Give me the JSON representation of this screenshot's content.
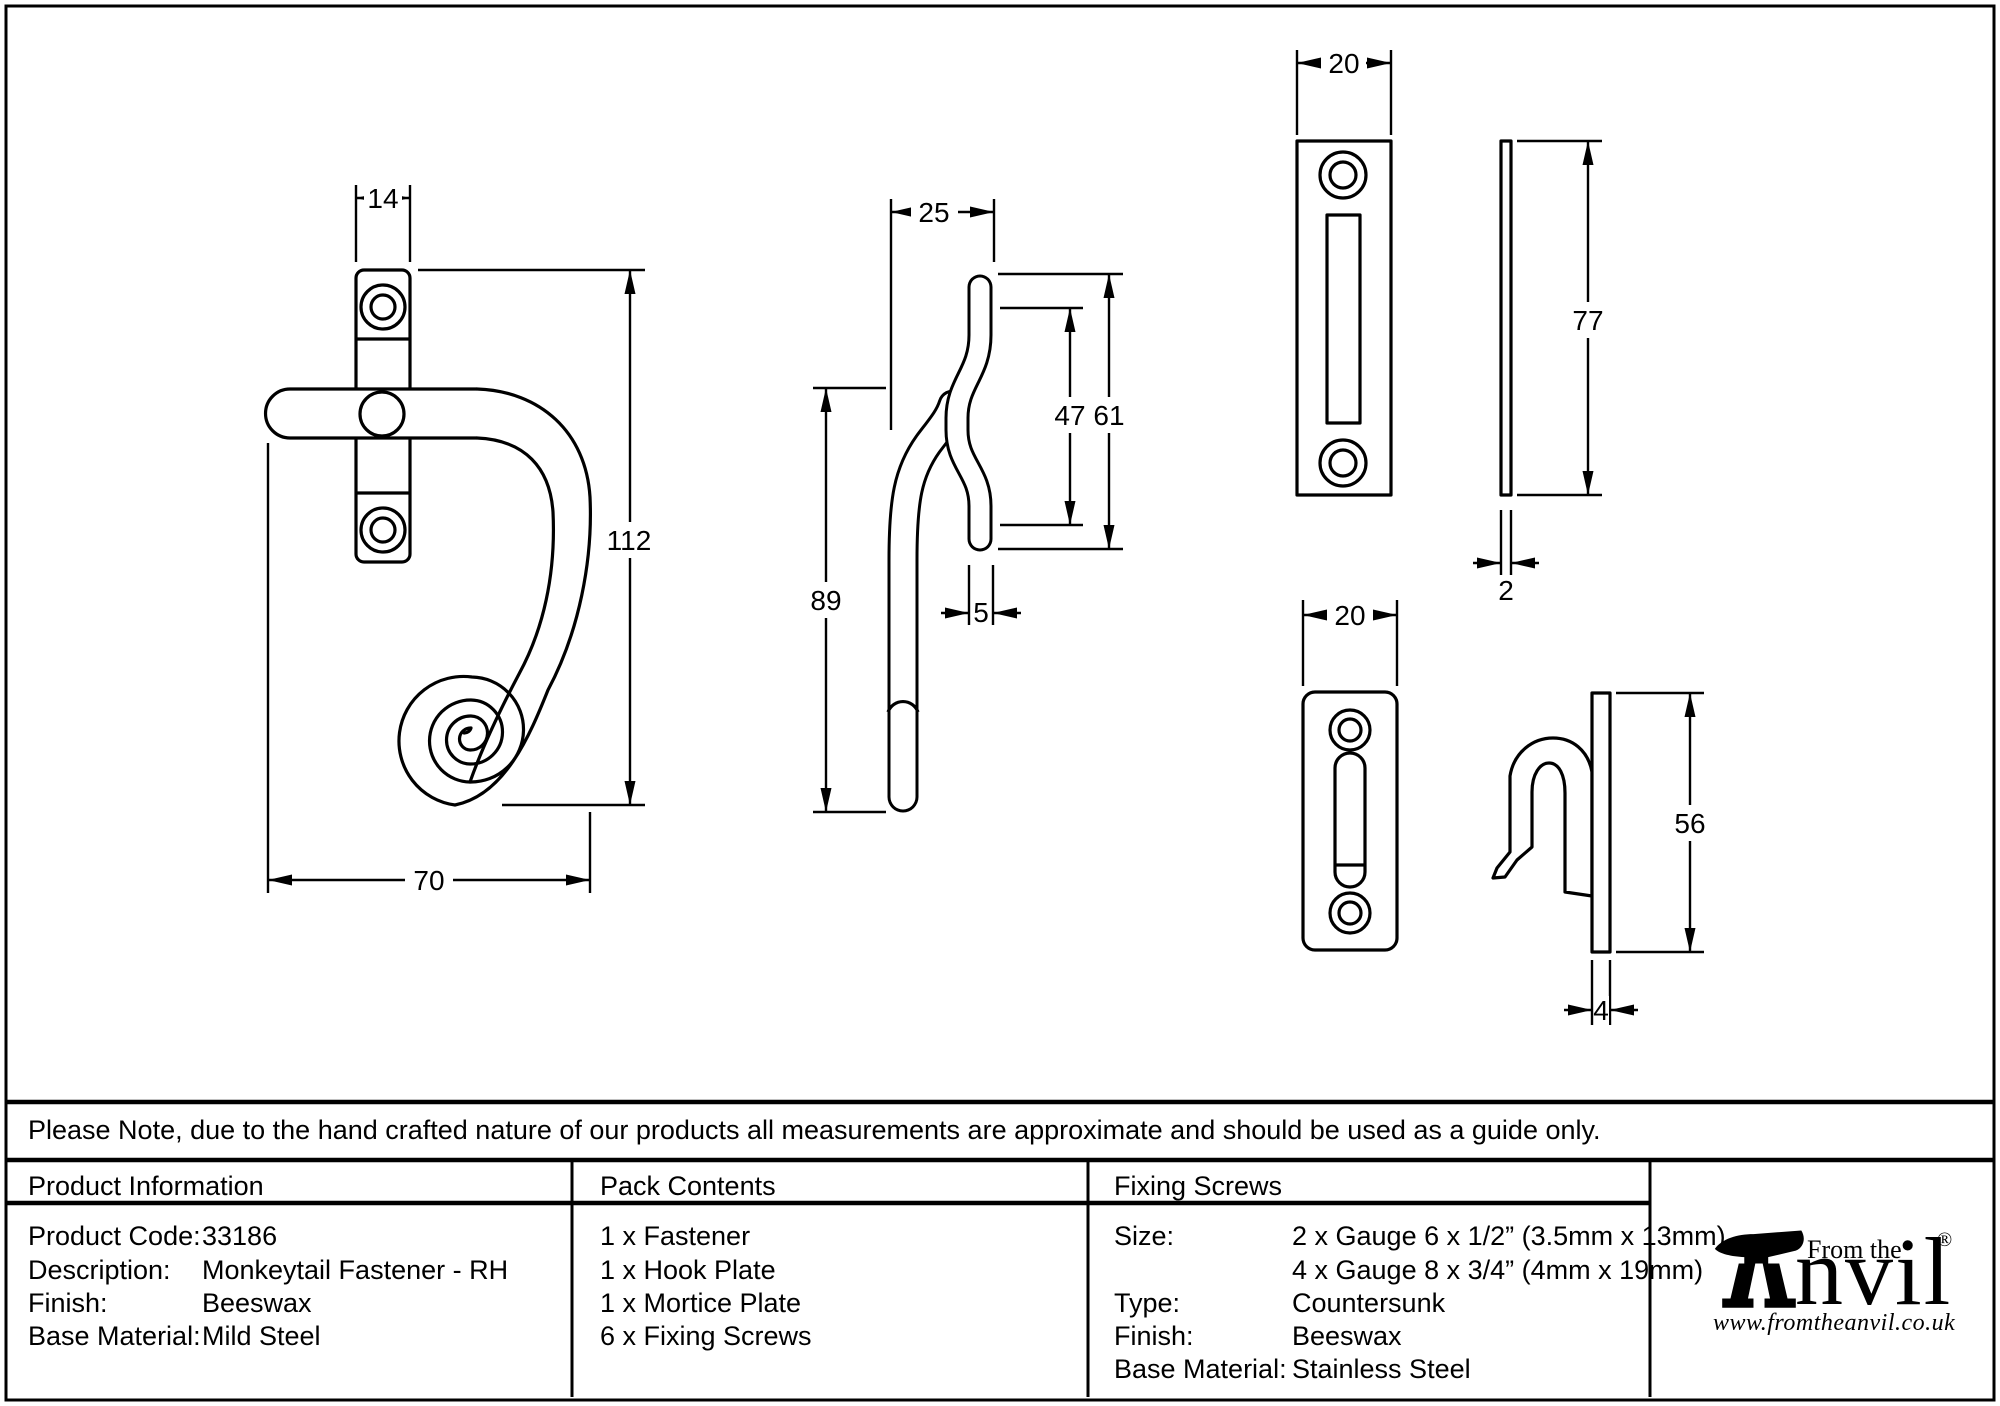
{
  "sheet": {
    "note": "Please Note, due to the hand crafted nature of our products all measurements are approximate and should be used as a guide only."
  },
  "dims": {
    "fastener_front": {
      "plate_width": "14",
      "overall_height": "112",
      "overall_width": "70"
    },
    "fastener_side": {
      "depth": "25",
      "catch_height": "47",
      "nose_height": "61",
      "handle_length": "89",
      "nose_thickness": "5"
    },
    "mortice_plate": {
      "width": "20",
      "height": "77",
      "thickness": "2"
    },
    "hook_plate": {
      "width": "20",
      "height": "56",
      "thickness": "4"
    }
  },
  "product_information": {
    "title": "Product Information",
    "rows": [
      {
        "label": "Product Code:",
        "value": "33186"
      },
      {
        "label": "Description:",
        "value": "Monkeytail Fastener - RH"
      },
      {
        "label": "Finish:",
        "value": "Beeswax"
      },
      {
        "label": "Base Material:",
        "value": "Mild Steel"
      }
    ]
  },
  "pack_contents": {
    "title": "Pack Contents",
    "items": [
      "1 x Fastener",
      "1 x Hook Plate",
      "1 x Mortice Plate",
      "6 x Fixing Screws"
    ]
  },
  "fixing_screws": {
    "title": "Fixing Screws",
    "rows": [
      {
        "label": "Size:",
        "value": "2 x Gauge 6 x 1/2” (3.5mm x 13mm)"
      },
      {
        "label": "",
        "value": "4 x Gauge 8 x 3/4” (4mm x 19mm)"
      },
      {
        "label": "Type:",
        "value": "Countersunk"
      },
      {
        "label": "Finish:",
        "value": "Beeswax"
      },
      {
        "label": "Base Material:",
        "value": "Stainless Steel"
      }
    ]
  },
  "logo": {
    "tagline": "From the",
    "brand_suffix": "nvil",
    "registered": "®",
    "url": "www.fromtheanvil.co.uk"
  }
}
